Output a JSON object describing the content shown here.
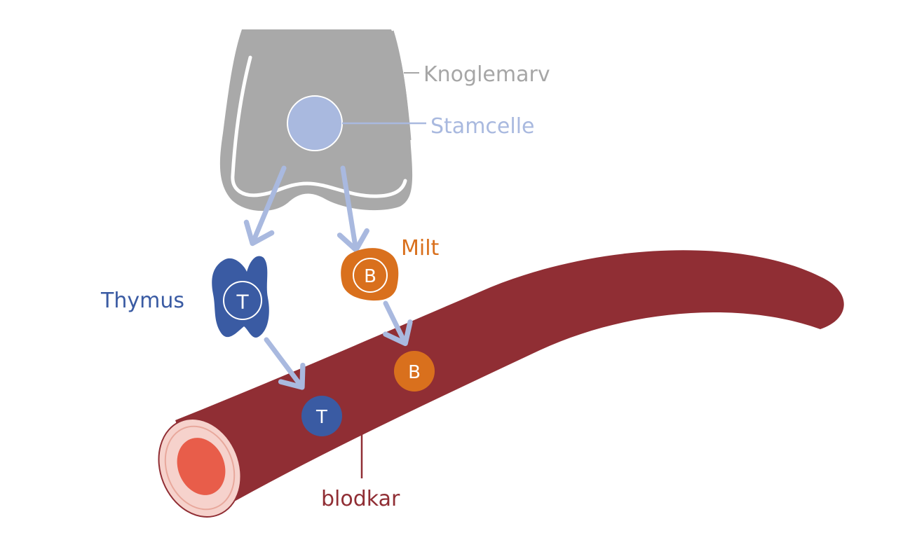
{
  "labels": {
    "bone_marrow": "Knoglemarv",
    "stem_cell": "Stamcelle",
    "thymus": "Thymus",
    "spleen": "Milt",
    "blood_vessel": "blodkar"
  },
  "cells": {
    "t_letter": "T",
    "b_letter": "B"
  },
  "colors": {
    "bone_gray": "#a9a9a9",
    "stem_cell_blue": "#a9b9df",
    "arrow_blue": "#a9b9df",
    "thymus_blue": "#3a5ba3",
    "spleen_orange": "#d9701d",
    "vessel_red": "#902e34",
    "vessel_lumen": "#e85d4a",
    "vessel_wall_pink": "#f6d2cc",
    "label_gray": "#a6a6a6",
    "label_blue": "#a9b9df",
    "label_thymus": "#3a5ba3",
    "label_spleen": "#d9701d",
    "label_vessel": "#902e34"
  }
}
